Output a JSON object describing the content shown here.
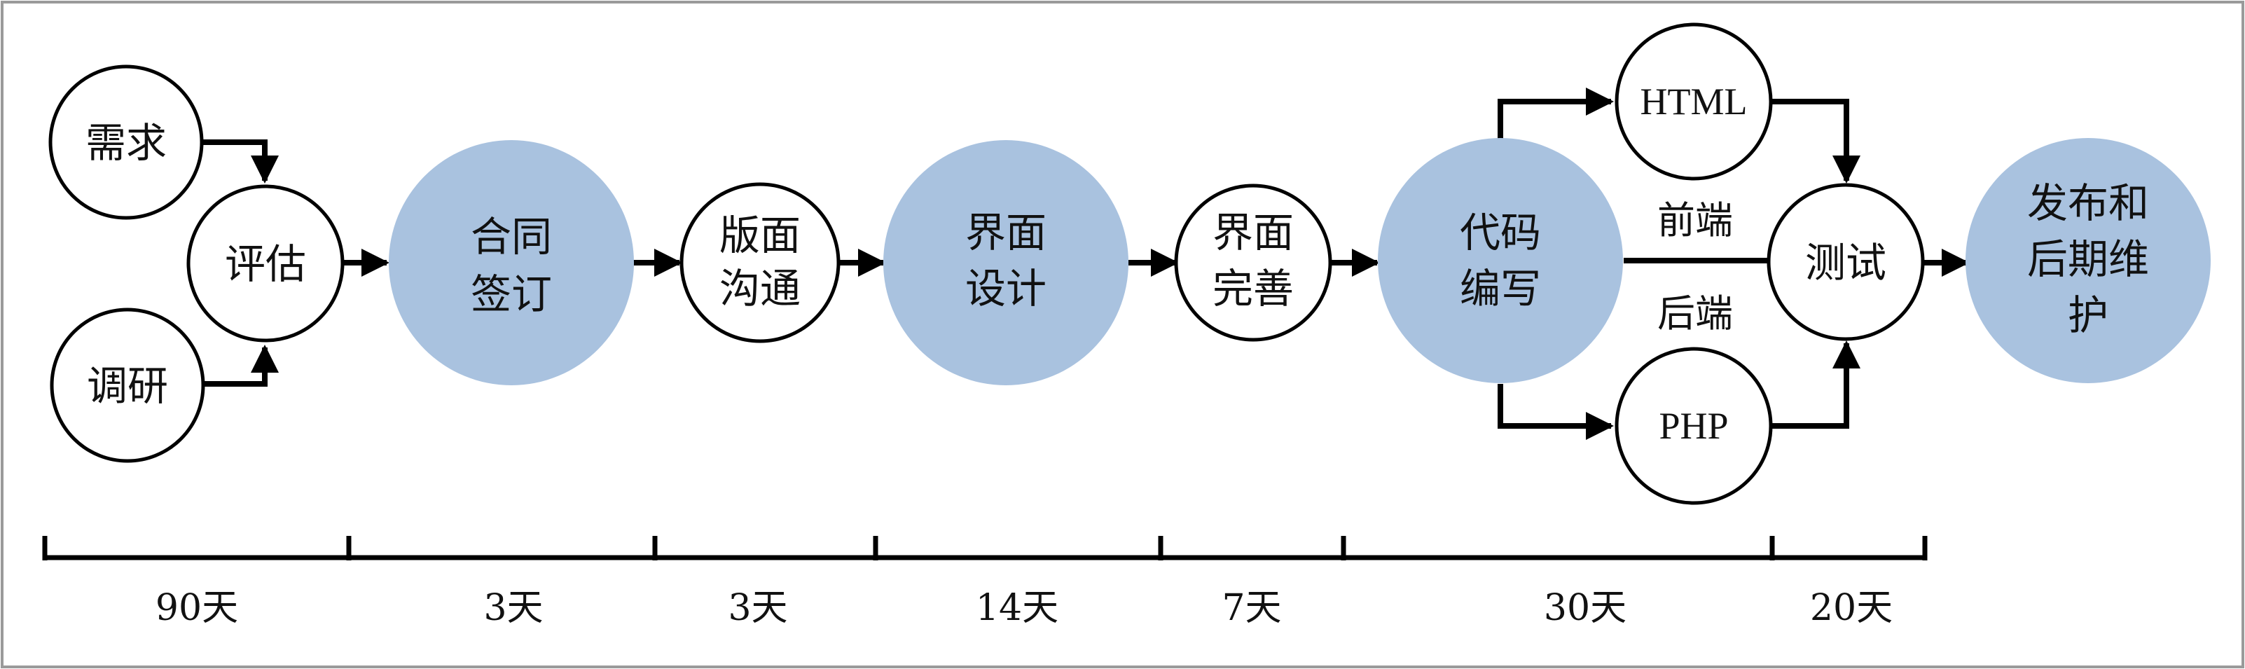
{
  "diagram": {
    "nodes": {
      "xuqiu": [
        "需求"
      ],
      "diaoyan": [
        "调研"
      ],
      "pinggu": [
        "评估"
      ],
      "hetong": [
        "合同",
        "签订"
      ],
      "banmian": [
        "版面",
        "沟通"
      ],
      "jiemian_sheji": [
        "界面",
        "设计"
      ],
      "jiemian_wanshan": [
        "界面",
        "完善"
      ],
      "daima": [
        "代码",
        "编写"
      ],
      "html": [
        "HTML"
      ],
      "php": [
        "PHP"
      ],
      "ceshi": [
        "测试"
      ],
      "fabu": [
        "发布和",
        "后期维",
        "护"
      ]
    },
    "edge_labels": {
      "frontend": "前端",
      "backend": "后端"
    },
    "durations": [
      "90天",
      "3天",
      "3天",
      "14天",
      "7天",
      "30天",
      "20天"
    ],
    "colors": {
      "highlight_fill": "#a9c2df",
      "plain_fill": "#ffffff",
      "stroke": "#000000",
      "frame": "#9a9a9a"
    }
  }
}
